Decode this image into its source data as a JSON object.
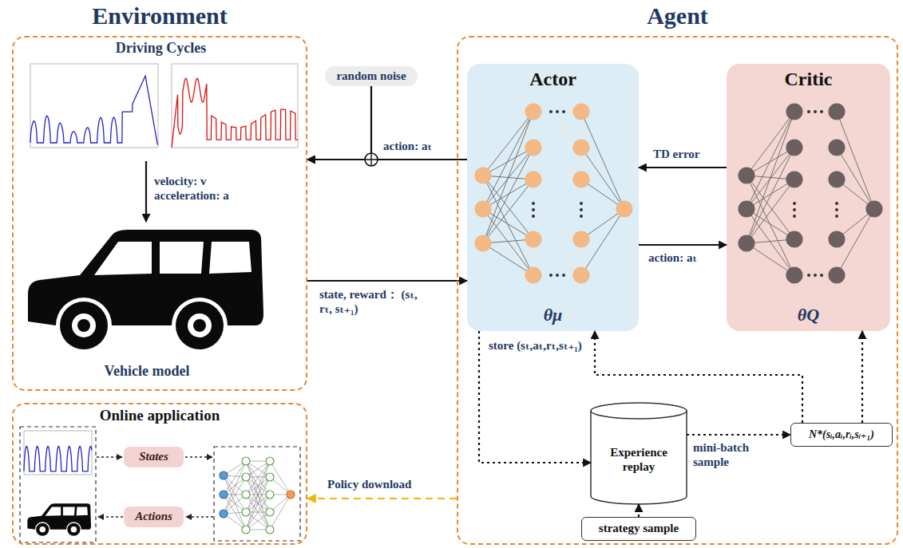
{
  "diagram": {
    "nodes": [
      {
        "text": [
          "Environment"
        ]
      },
      {
        "text": [
          "Driving Cycles"
        ],
        "in": 0
      },
      {
        "text": [
          "Vehicle model"
        ],
        "in": 0
      },
      {
        "text": [
          "Agent"
        ]
      },
      {
        "text": [
          "random noise"
        ]
      },
      {
        "text": [
          "Actor",
          "θμ"
        ],
        "in": 3
      },
      {
        "text": [
          "Critic",
          "θQ"
        ],
        "in": 3
      },
      {
        "text": [
          "Experience replay"
        ],
        "in": 3
      },
      {
        "text": [
          "N*(sᵢ,aᵢ,rᵢ,sᵢ₊₁)"
        ],
        "in": 3
      },
      {
        "text": [
          "strategy sample"
        ],
        "in": 3
      },
      {
        "text": [
          "Online application"
        ]
      },
      {
        "text": [
          "States"
        ],
        "in": 10
      },
      {
        "text": [
          "Actions"
        ],
        "in": 10
      }
    ],
    "edges": [
      {
        "from": 5,
        "to": 0,
        "arrow": "to",
        "label": "action: aₜ"
      },
      {
        "from": 4,
        "to": 0,
        "arrow": "to"
      },
      {
        "from": 1,
        "to": 2,
        "arrow": "to",
        "label": "velocity: v acceleration: a"
      },
      {
        "from": 0,
        "to": 5,
        "arrow": "to",
        "label": "state, reward： (sₜ, rₜ, sₜ₊₁)"
      },
      {
        "from": 5,
        "to": 6,
        "arrow": "to",
        "label": "action: aₜ"
      },
      {
        "from": 6,
        "to": 5,
        "arrow": "to",
        "label": "TD error"
      },
      {
        "from": 5,
        "to": 7,
        "arrow": "to",
        "label": "store (sₜ,aₜ,rₜ,sₜ₊₁)"
      },
      {
        "from": 7,
        "to": 8,
        "arrow": "to",
        "label": "mini-batch sample"
      },
      {
        "from": 8,
        "to": 5,
        "arrow": "to"
      },
      {
        "from": 8,
        "to": 6,
        "arrow": "to"
      },
      {
        "from": 9,
        "to": 7,
        "arrow": "to"
      },
      {
        "from": 3,
        "to": 10,
        "arrow": "to",
        "label": "Policy download"
      }
    ]
  }
}
